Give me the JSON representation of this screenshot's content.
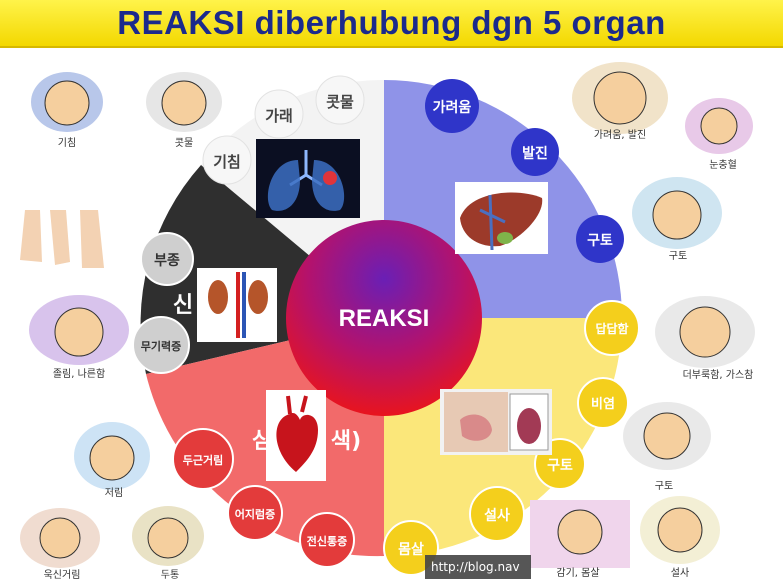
{
  "title": "REAKSI diberhubung dgn 5 organ",
  "center_label": "REAKSI",
  "url": "http://blog.nav",
  "segments": {
    "lung": {
      "labels": [
        "기침",
        "가래",
        "콧물"
      ],
      "color": "#f2f2f2"
    },
    "liver": {
      "labels": [
        "가려움",
        "발진",
        "구토"
      ],
      "color": "#8f93e8"
    },
    "kidney": {
      "labels": [
        "부종",
        "무기력증"
      ],
      "partial_text": "신",
      "color": "#2e2e2e"
    },
    "heart": {
      "labels": [
        "두근거림",
        "어지럼증",
        "전신통증"
      ],
      "partial_left": "심",
      "partial_right": "색)",
      "color": "#f26a6a"
    },
    "stomach": {
      "labels": [
        "답답함",
        "비염",
        "구토",
        "설사",
        "몸살"
      ],
      "color": "#fbe77a"
    }
  },
  "captions": {
    "cough": "기침",
    "runny_nose": "콧물",
    "itch_rash": "가려움, 발진",
    "tears": "눈충혈",
    "vomit_right": "구토",
    "drowsy": "졸림, 나른함",
    "bloat_gas": "더부룩함, 가스참",
    "vomit_right2": "구토",
    "dizzy": "저림",
    "headache": "두통",
    "body_ache": "욱신거림",
    "cold_ache": "감기, 몸살",
    "diarrhea": "설사"
  }
}
